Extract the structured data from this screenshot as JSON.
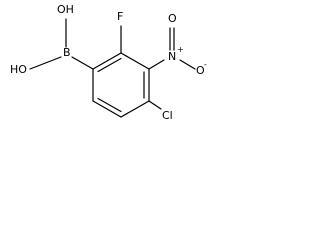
{
  "molecule": {
    "substituents": {
      "boronic_acid": {
        "hydroxyl_top": "OH",
        "hydroxyl_bottom": "HO",
        "boron": "B"
      },
      "fluoro": "F",
      "nitro": {
        "nitrogen": "N",
        "nitrogen_charge": "+",
        "oxygen_top": "O",
        "oxygen_right": "O",
        "oxygen_charge": "-"
      },
      "chloro": "Cl"
    }
  }
}
